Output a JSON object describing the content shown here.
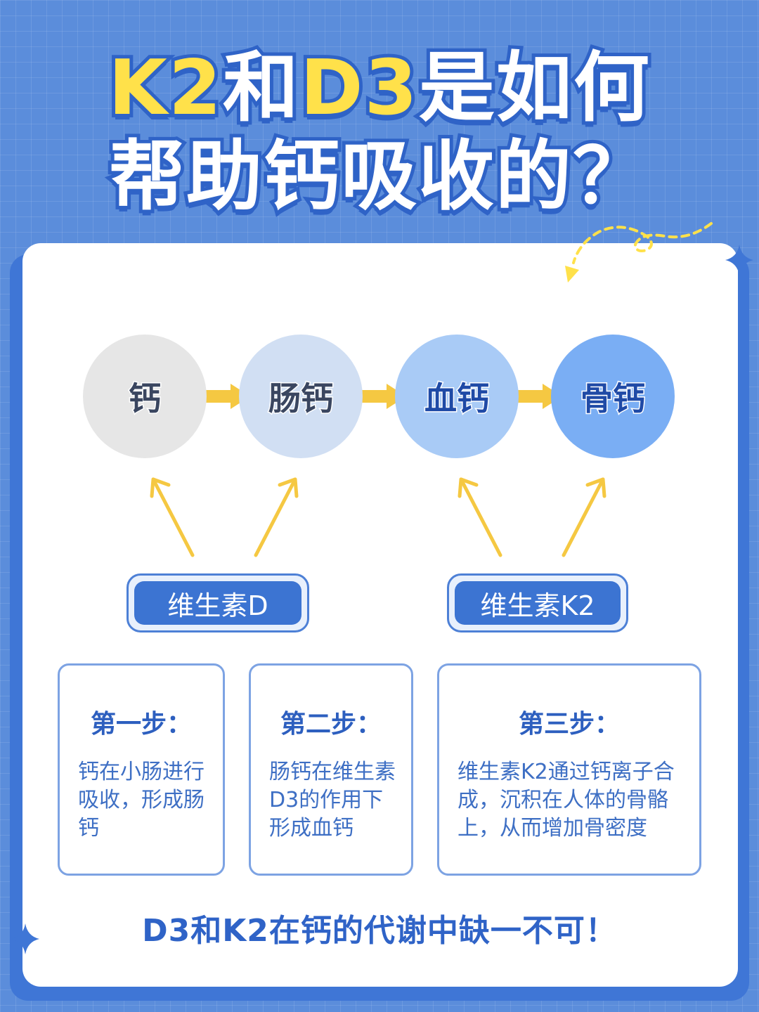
{
  "title": {
    "line1_part1": "K2",
    "line1_part2": "和",
    "line1_part3": "D3",
    "line1_part4": "是如何",
    "line2": "帮助钙吸收的？"
  },
  "flow": {
    "nodes": [
      "钙",
      "肠钙",
      "血钙",
      "骨钙"
    ]
  },
  "vitamins": {
    "d": "维生素D",
    "k2": "维生素K2"
  },
  "steps": [
    {
      "title": "第一步：",
      "body": "钙在小肠进行吸收，形成肠钙"
    },
    {
      "title": "第二步：",
      "body": "肠钙在维生素D3的作用下形成血钙"
    },
    {
      "title": "第三步：",
      "body": "维生素K2通过钙离子合成，沉积在人体的骨骼上，从而增加骨密度"
    }
  ],
  "conclusion": "D3和K2在钙的代谢中缺一不可！",
  "colors": {
    "background": "#5b8ddb",
    "title_yellow": "#ffe14a",
    "accent_blue": "#2f63c7",
    "arrow_yellow": "#f5c842"
  }
}
